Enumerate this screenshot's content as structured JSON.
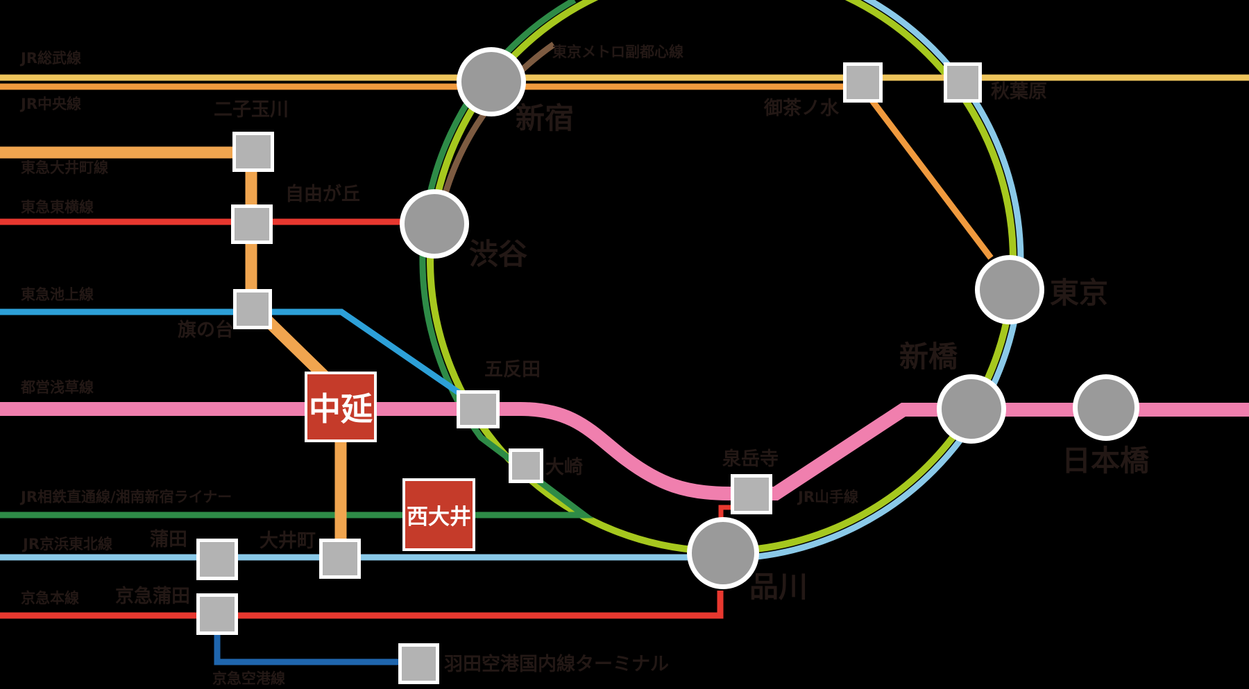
{
  "map": {
    "title": "tokyo-rail-route-map",
    "background": "#000000",
    "line_labels": {
      "jr_sobu": "JR総武線",
      "jr_chuo": "JR中央線",
      "tokyu_oimachi": "東急大井町線",
      "tokyu_toyoko": "東急東横線",
      "tokyu_ikegami": "東急池上線",
      "toei_asakusa": "都営浅草線",
      "jr_sotetsu_shonan": "JR相鉄直通線/湘南新宿ライナー",
      "jr_keihin_tohoku": "JR京浜東北線",
      "keikyu_main": "京急本線",
      "keikyu_airport": "京急空港線",
      "metro_fukutoshin": "東京メトロ副都心線",
      "jr_yamanote": "JR山手線"
    },
    "line_colors": {
      "jr_sobu": "#eec45c",
      "jr_chuo": "#f09a3e",
      "tokyu_oimachi": "#f0a54f",
      "tokyu_toyoko": "#e8382f",
      "tokyu_ikegami": "#2da0d8",
      "toei_asakusa": "#f07fae",
      "jr_sotetsu_shonan": "#2e8b47",
      "jr_keihin_tohoku": "#8ac9e8",
      "keikyu_main": "#e8382f",
      "keikyu_airport": "#1f66ae",
      "metro_fukutoshin": "#7d5b41",
      "jr_yamanote": "#a6c81e"
    },
    "stations": {
      "shinjuku": "新宿",
      "shibuya": "渋谷",
      "tokyo": "東京",
      "shimbashi": "新橋",
      "nihombashi": "日本橋",
      "shinagawa": "品川",
      "futakotamagawa": "二子玉川",
      "jiyugaoka": "自由が丘",
      "hatanodai": "旗の台",
      "gotanda": "五反田",
      "osaki": "大崎",
      "sengakuji": "泉岳寺",
      "ochanomizu": "御茶ノ水",
      "akihabara": "秋葉原",
      "oimachi": "大井町",
      "kamata": "蒲田",
      "keikyu_kamata": "京急蒲田",
      "haneda": "羽田空港国内線ターミナル"
    },
    "highlighted_stations": {
      "nakanobu": "中延",
      "nishioi": "西大井"
    },
    "marker_colors": {
      "square_station": "#b3b3b3",
      "circle_station": "#9a9a9a",
      "highlight_box": "#c53b2a"
    }
  }
}
